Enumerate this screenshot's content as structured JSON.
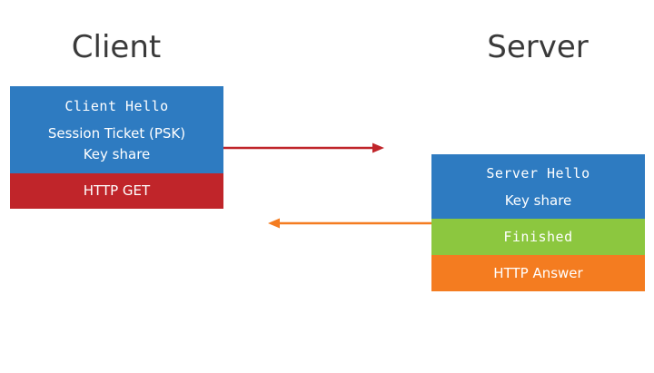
{
  "client": {
    "heading": "Client",
    "hello_label": "Client Hello",
    "psk_label": "Session Ticket (PSK)",
    "key_share_label": "Key share",
    "http_get_label": "HTTP GET"
  },
  "server": {
    "heading": "Server",
    "hello_label": "Server Hello",
    "key_share_label": "Key share",
    "finished_label": "Finished",
    "http_answer_label": "HTTP Answer"
  },
  "colors": {
    "hello_blue": "#2e7bc1",
    "http_get_red": "#c0252a",
    "finished_green": "#8cc73f",
    "http_answer_orange": "#f47c20",
    "request_arrow": "#c0252a",
    "response_arrow": "#f47c20"
  }
}
